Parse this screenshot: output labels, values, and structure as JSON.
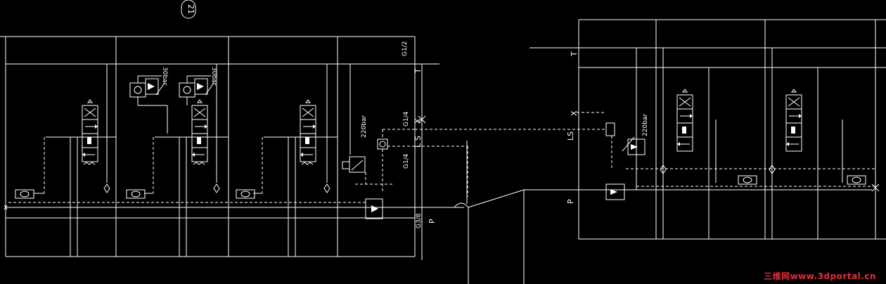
{
  "drawing": {
    "callout": "21",
    "ports": {
      "g12": "G1/2",
      "t_left": "T",
      "g14_top": "G1/4",
      "x_left": "X",
      "s_left": "S",
      "l_left": "L",
      "g14_bottom": "G1/4",
      "g38": "G3/8",
      "p_left": "P",
      "t_right": "T",
      "x_right": "X",
      "ls_right": "LS",
      "p_right": "P"
    },
    "pressures": {
      "relief1": "30bar",
      "relief2": "30bar",
      "relief3": "220bar",
      "relief4": "220bar"
    }
  },
  "watermark": "三维网www.3dportal.cn",
  "colors": {
    "background": "#000000",
    "line": "#ffffff",
    "watermark": "#e0303a"
  }
}
